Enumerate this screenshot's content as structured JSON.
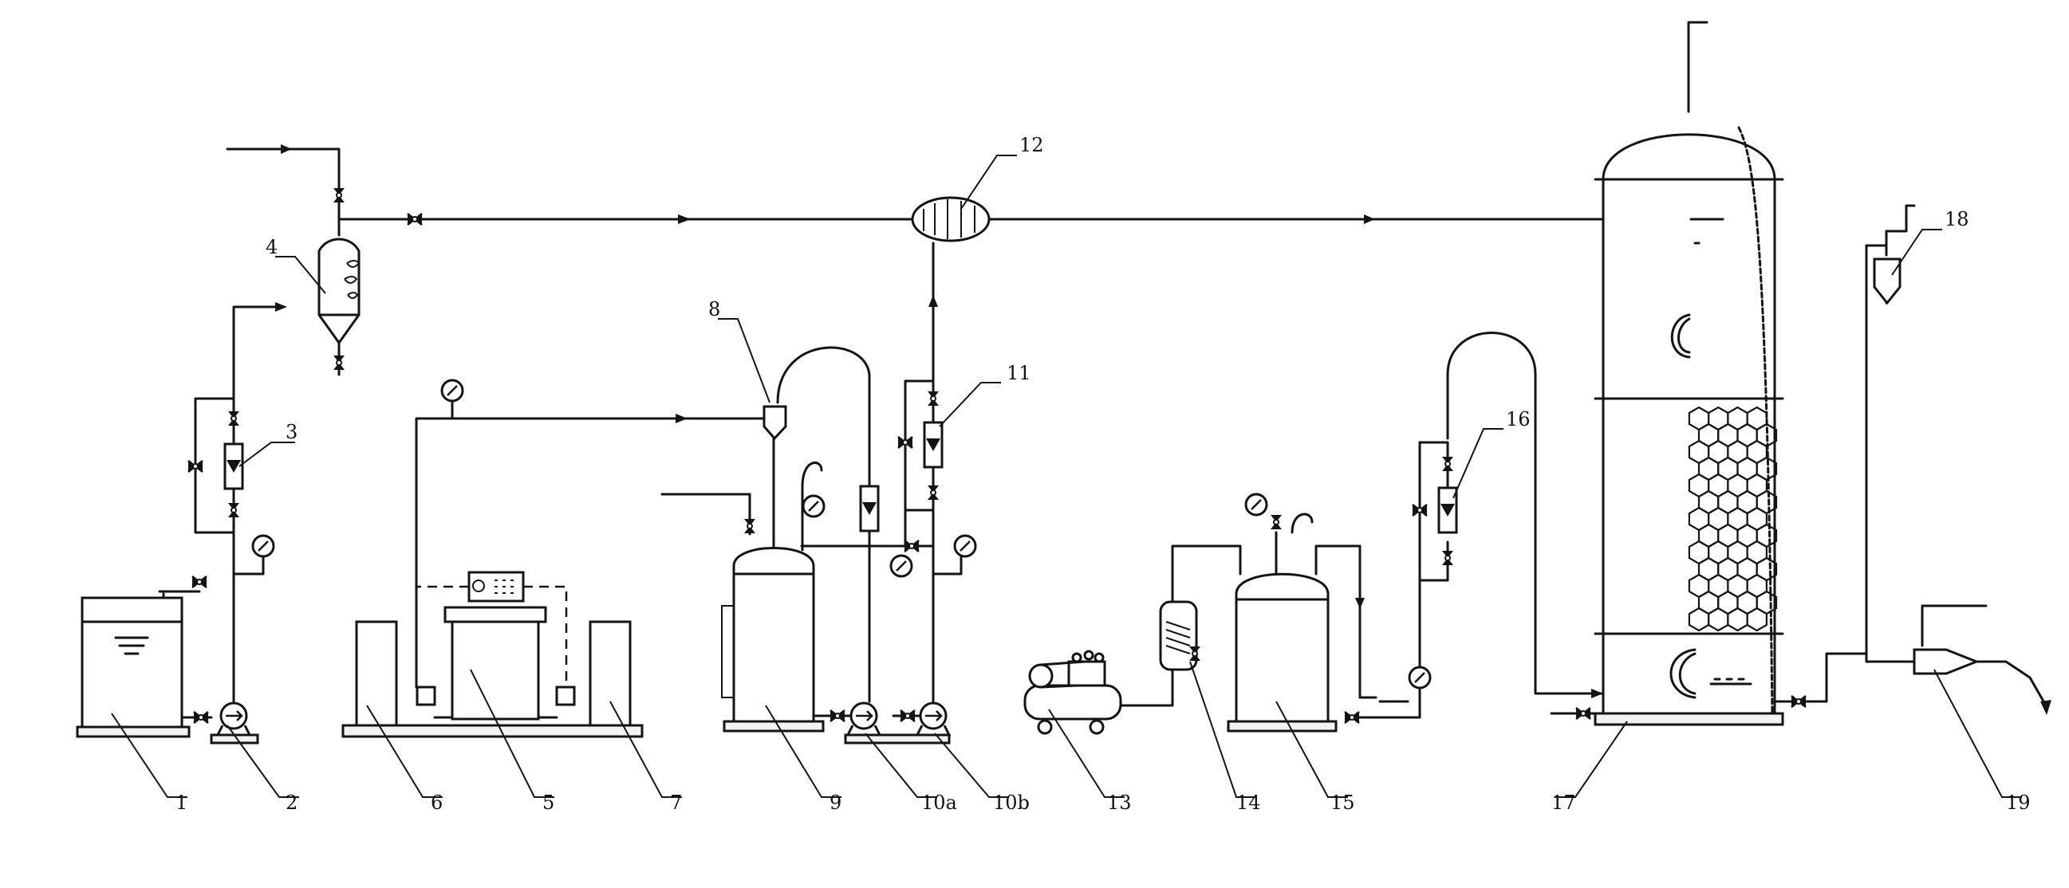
{
  "labels": {
    "l1": "1",
    "l2": "2",
    "l3": "3",
    "l4": "4",
    "l5": "5",
    "l6": "6",
    "l7": "7",
    "l8": "8",
    "l9": "9",
    "l10a": "10a",
    "l10b": "10b",
    "l11": "11",
    "l12": "12",
    "l13": "13",
    "l14": "14",
    "l15": "15",
    "l16": "16",
    "l17": "17",
    "l18": "18",
    "l19": "19"
  },
  "colors": {
    "line": "#141414",
    "fill": "#ffffff",
    "base": "#f2f2f2"
  },
  "icons": {
    "valve": "valve-icon",
    "pressure_gauge": "pressure-gauge-icon",
    "flowmeter": "rotameter-icon",
    "pump": "pump-icon"
  }
}
